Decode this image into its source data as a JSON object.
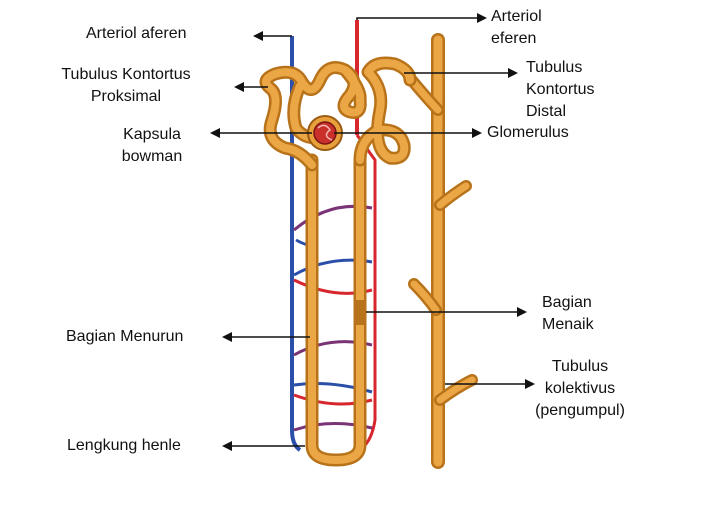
{
  "labels": {
    "arteriol_aferen": {
      "lines": [
        "Arteriol aferen"
      ]
    },
    "arteriol_eferen": {
      "lines": [
        "Arteriol",
        "eferen"
      ]
    },
    "tubulus_proksimal": {
      "lines": [
        "Tubulus Kontortus",
        "Proksimal"
      ]
    },
    "tubulus_distal": {
      "lines": [
        "Tubulus",
        "Kontortus",
        "Distal"
      ]
    },
    "kapsula_bowman": {
      "lines": [
        "Kapsula",
        "bowman"
      ]
    },
    "glomerulus": {
      "lines": [
        "Glomerulus"
      ]
    },
    "bagian_menaik": {
      "lines": [
        "Bagian",
        "Menaik"
      ]
    },
    "bagian_menurun": {
      "lines": [
        "Bagian Menurun"
      ]
    },
    "tubulus_kolektivus": {
      "lines": [
        "Tubulus",
        "kolektivus",
        "(pengumpul)"
      ]
    },
    "lengkung_henle": {
      "lines": [
        "Lengkung henle"
      ]
    }
  },
  "colors": {
    "tubule": "#E8A13A",
    "tubule_dark": "#B8731A",
    "artery": "#D7262E",
    "vein": "#2B4FA8",
    "capillary_mix": "#8A3A78",
    "background": "#FFFFFF"
  }
}
